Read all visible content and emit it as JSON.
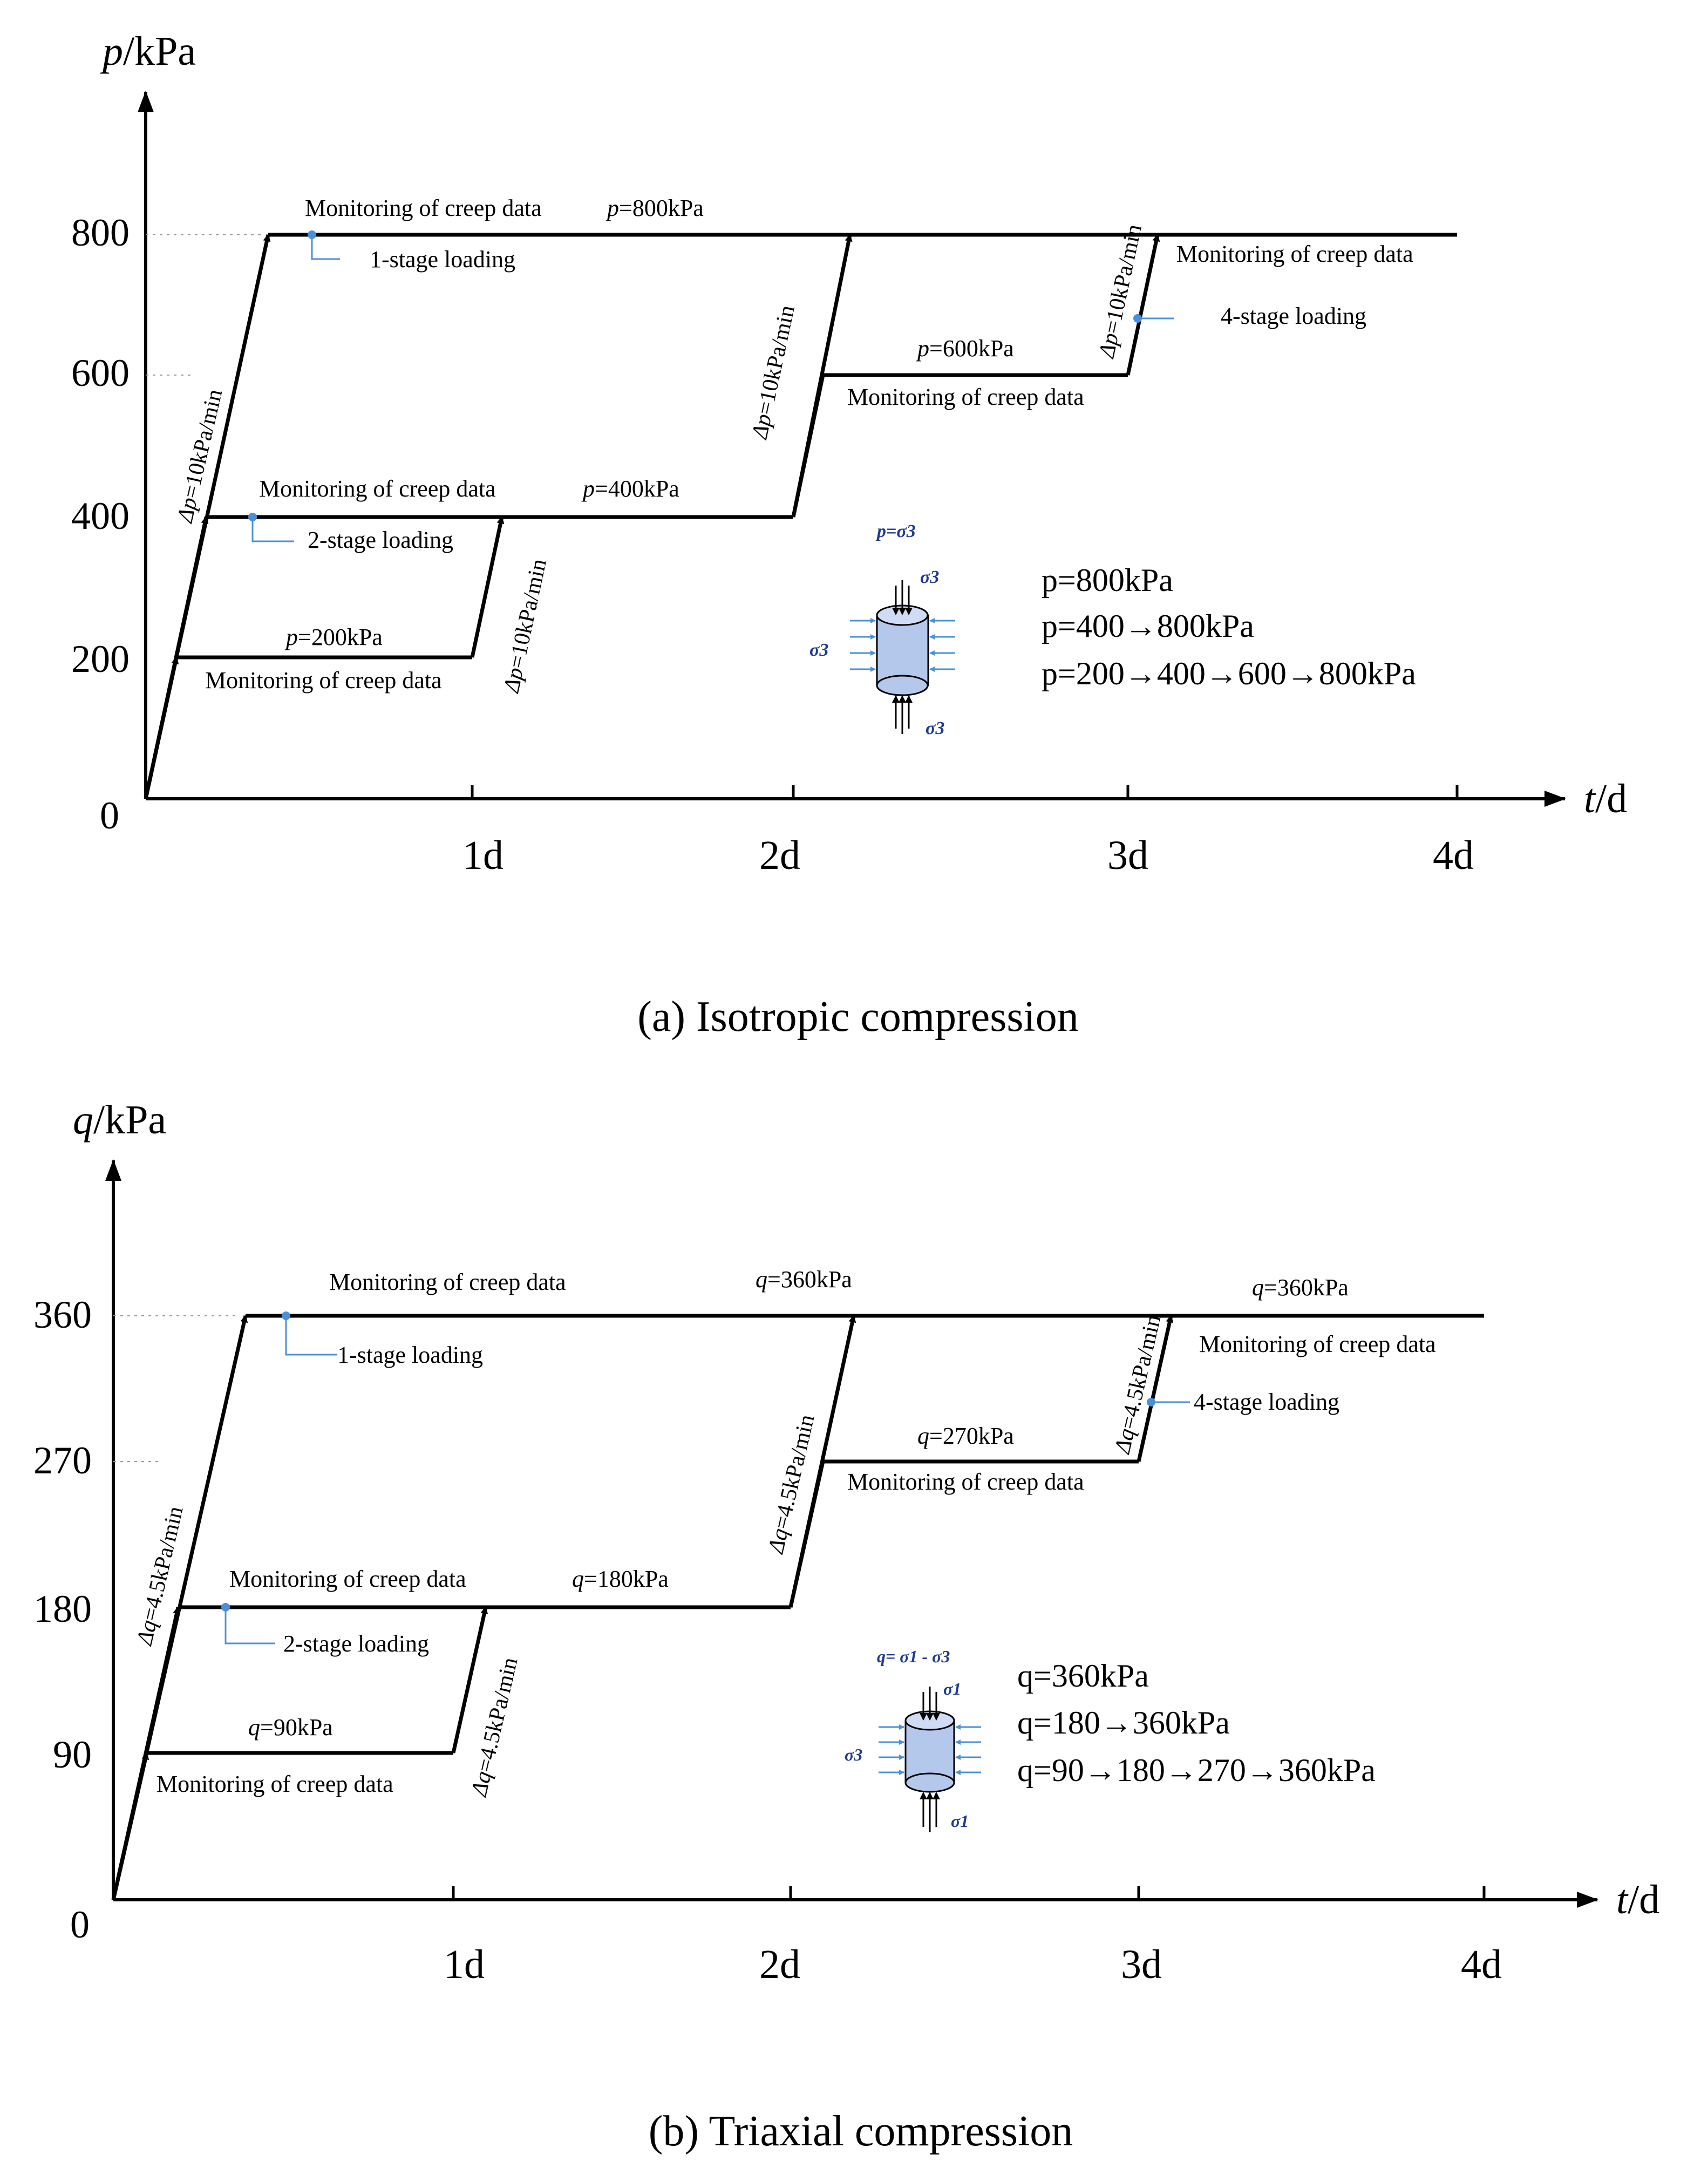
{
  "panels": [
    {
      "id": "a",
      "caption": "(a) Isotropic compression",
      "y_axis_var": "p",
      "y_axis_unit": "/kPa",
      "x_axis_var": "t",
      "x_axis_unit": "/d",
      "origin_label": "0",
      "y_ticks": [
        "200",
        "400",
        "600",
        "800"
      ],
      "x_ticks": [
        "1d",
        "2d",
        "3d",
        "4d"
      ],
      "rate_label_var": "Δp",
      "rate_label_rest": "=10kPa/min",
      "level_labels": [
        {
          "var": "p",
          "rest": "=800kPa"
        },
        {
          "var": "p",
          "rest": "=400kPa"
        },
        {
          "var": "p",
          "rest": "=200kPa"
        },
        {
          "var": "p",
          "rest": "=600kPa"
        }
      ],
      "monitoring_text": "Monitoring of creep data",
      "stage_labels": [
        "1-stage loading",
        "2-stage loading",
        "4-stage loading"
      ],
      "stress_title": "p=σ3",
      "stress_sym": "σ3",
      "legend_lines": [
        "p=800kPa",
        "p=400→800kPa",
        "p=200→400→600→800kPa"
      ]
    },
    {
      "id": "b",
      "caption": "(b) Triaxial compression",
      "y_axis_var": "q",
      "y_axis_unit": "/kPa",
      "x_axis_var": "t",
      "x_axis_unit": "/d",
      "origin_label": "0",
      "y_ticks": [
        "90",
        "180",
        "270",
        "360"
      ],
      "x_ticks": [
        "1d",
        "2d",
        "3d",
        "4d"
      ],
      "rate_label_var": "Δq",
      "rate_label_rest": "=4.5kPa/min",
      "level_labels": [
        {
          "var": "q",
          "rest": "=360kPa"
        },
        {
          "var": "q",
          "rest": "=180kPa"
        },
        {
          "var": "q",
          "rest": "=90kPa"
        },
        {
          "var": "q",
          "rest": "=270kPa"
        },
        {
          "var": "q",
          "rest": "=360kPa"
        }
      ],
      "monitoring_text": "Monitoring of creep data",
      "stage_labels": [
        "1-stage loading",
        "2-stage loading",
        "4-stage loading"
      ],
      "stress_title": "q= σ1 - σ3",
      "stress_sym_top": "σ1",
      "stress_sym_side": "σ3",
      "legend_lines": [
        "q=360kPa",
        "q=180→360kPa",
        "q=90→180→270→360kPa"
      ]
    }
  ],
  "colors": {
    "line": "#000000",
    "marker": "#4a90d9",
    "specimen_fill": "#b4c8ec",
    "stress_text": "#1f3c8f"
  }
}
